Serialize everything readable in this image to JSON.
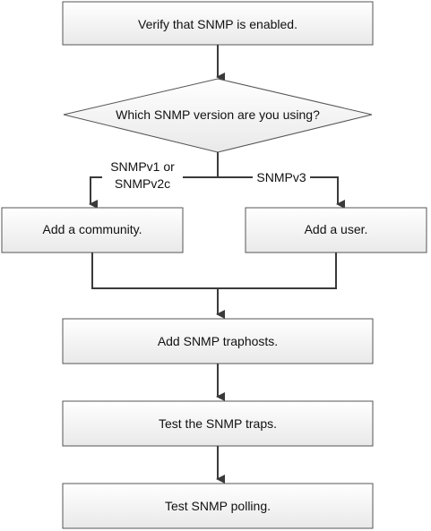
{
  "steps": {
    "verify": "Verify that SNMP is enabled.",
    "decision": "Which SNMP version are you using?",
    "community": "Add a community.",
    "user": "Add a user.",
    "traphosts": "Add SNMP traphosts.",
    "test_traps": "Test the SNMP traps.",
    "test_polling": "Test SNMP polling."
  },
  "branches": {
    "left_line1": "SNMPv1 or",
    "left_line2": "SNMPv2c",
    "right": "SNMPv3"
  }
}
